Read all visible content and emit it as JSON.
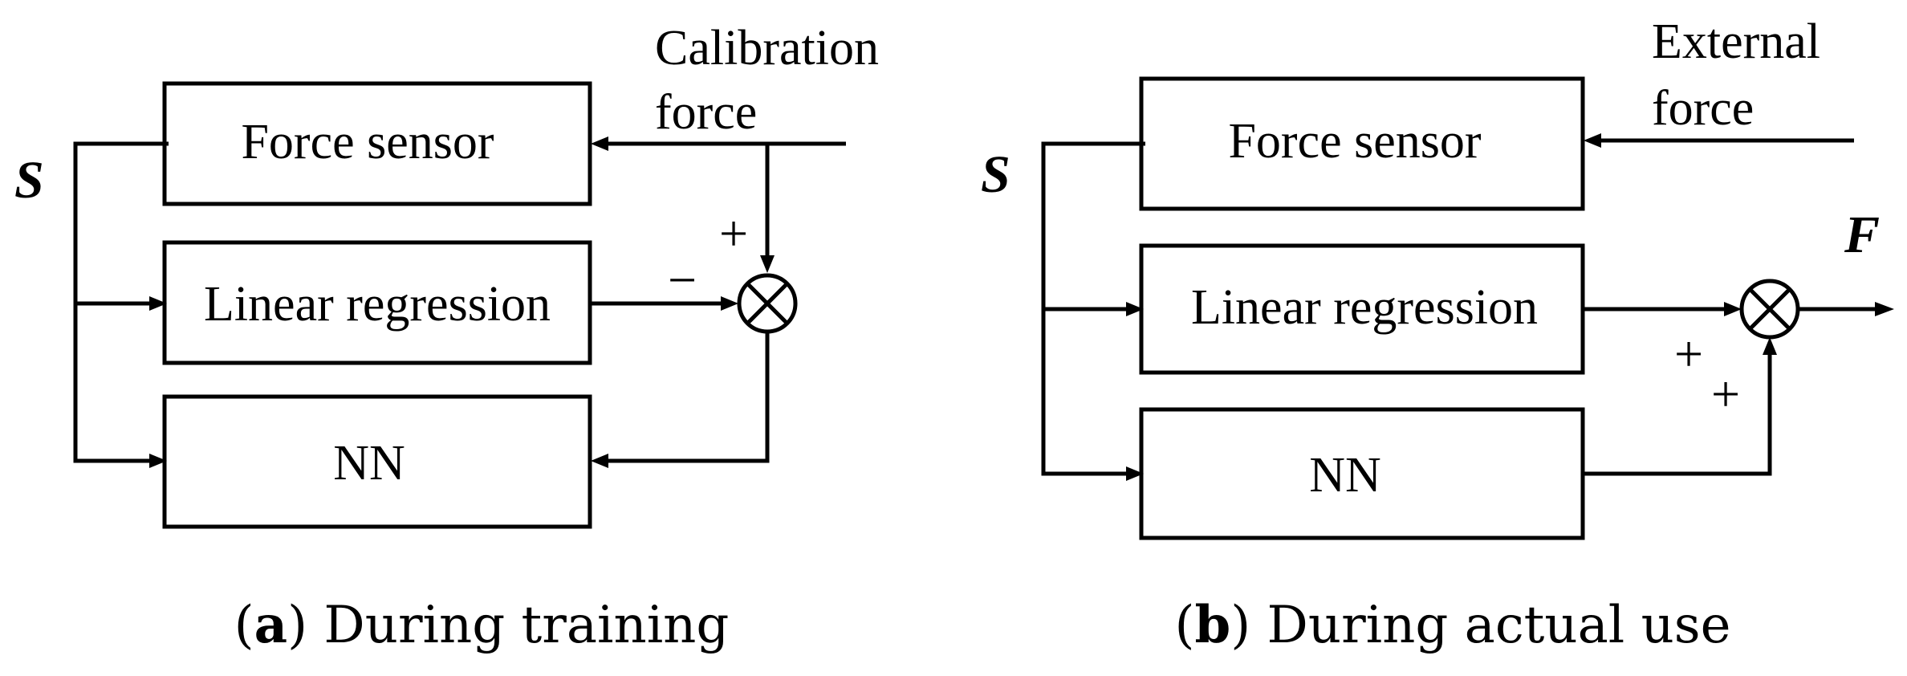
{
  "panel_a": {
    "input_var": "S",
    "input_label_line1": "Calibration",
    "input_label_line2": "force",
    "blocks": {
      "sensor": "Force sensor",
      "regression": "Linear regression",
      "nn": "NN"
    },
    "sign_plus": "+",
    "sign_minus": "−",
    "caption": {
      "open": "(",
      "letter": "a",
      "close": ")",
      "text": " During training"
    }
  },
  "panel_b": {
    "input_var": "S",
    "output_var": "F",
    "input_label_line1": "External",
    "input_label_line2": "force",
    "blocks": {
      "sensor": "Force sensor",
      "regression": "Linear regression",
      "nn": "NN"
    },
    "sign_plus_1": "+",
    "sign_plus_2": "+",
    "caption": {
      "open": "(",
      "letter": "b",
      "close": ")",
      "text": " During actual use"
    }
  }
}
